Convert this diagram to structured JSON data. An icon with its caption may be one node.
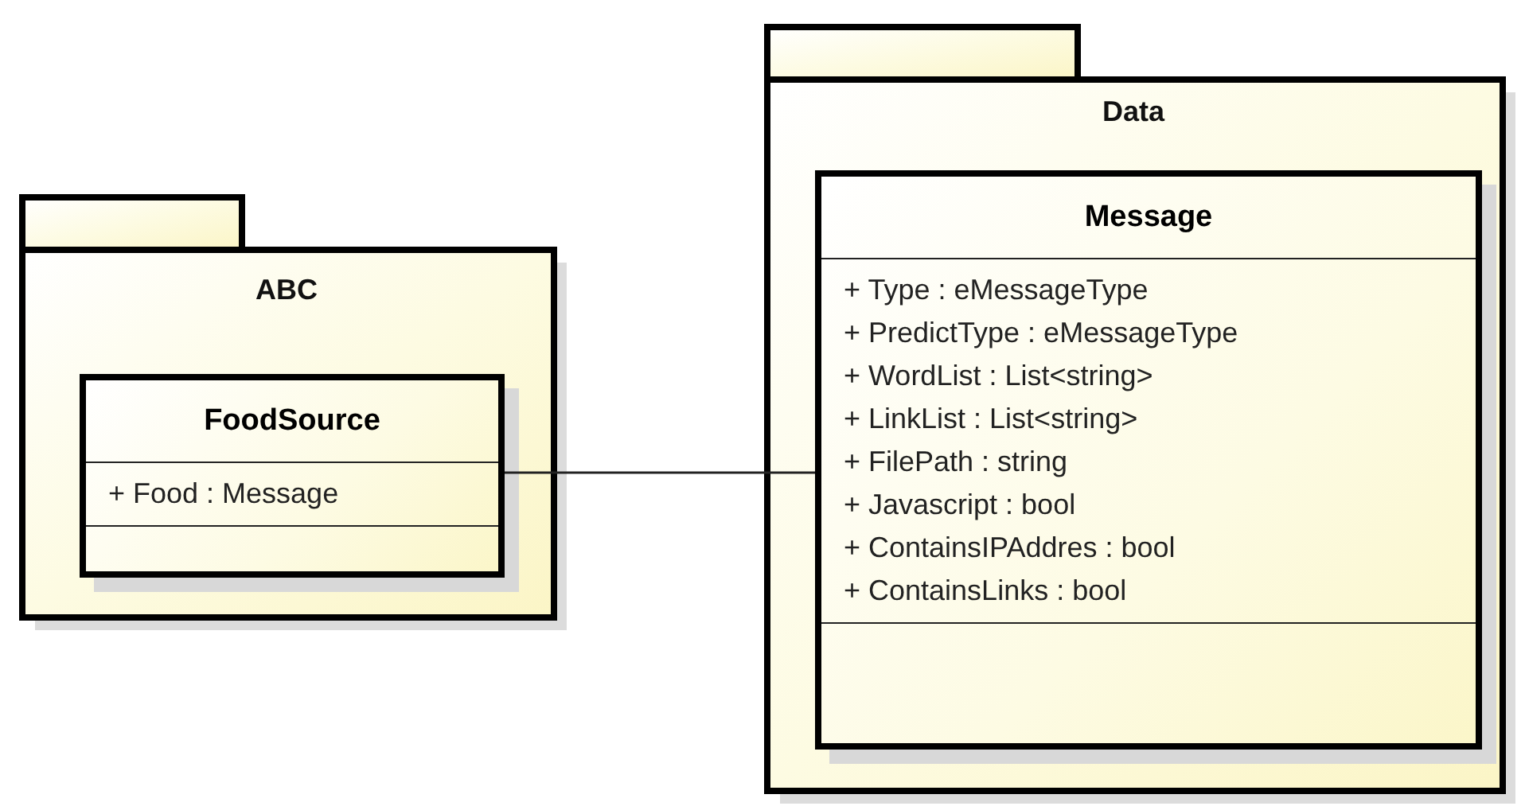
{
  "diagram": {
    "nodes": [
      {
        "text": [
          "ABC"
        ]
      },
      {
        "text": [
          "FoodSource",
          "+ Food : Message"
        ],
        "in": 0
      },
      {
        "text": [
          "Data"
        ]
      },
      {
        "text": [
          "Message",
          "+ Type : eMessageType",
          "+ PredictType : eMessageType",
          "+ WordList : List<string>",
          "+ LinkList : List<string>",
          "+ FilePath : string",
          "+ Javascript : bool",
          "+ ContainsIPAddres : bool",
          "+ ContainsLinks : bool"
        ],
        "in": 2
      }
    ],
    "edges": [
      {
        "from": 1,
        "to": 3,
        "arrow": "none"
      }
    ]
  }
}
